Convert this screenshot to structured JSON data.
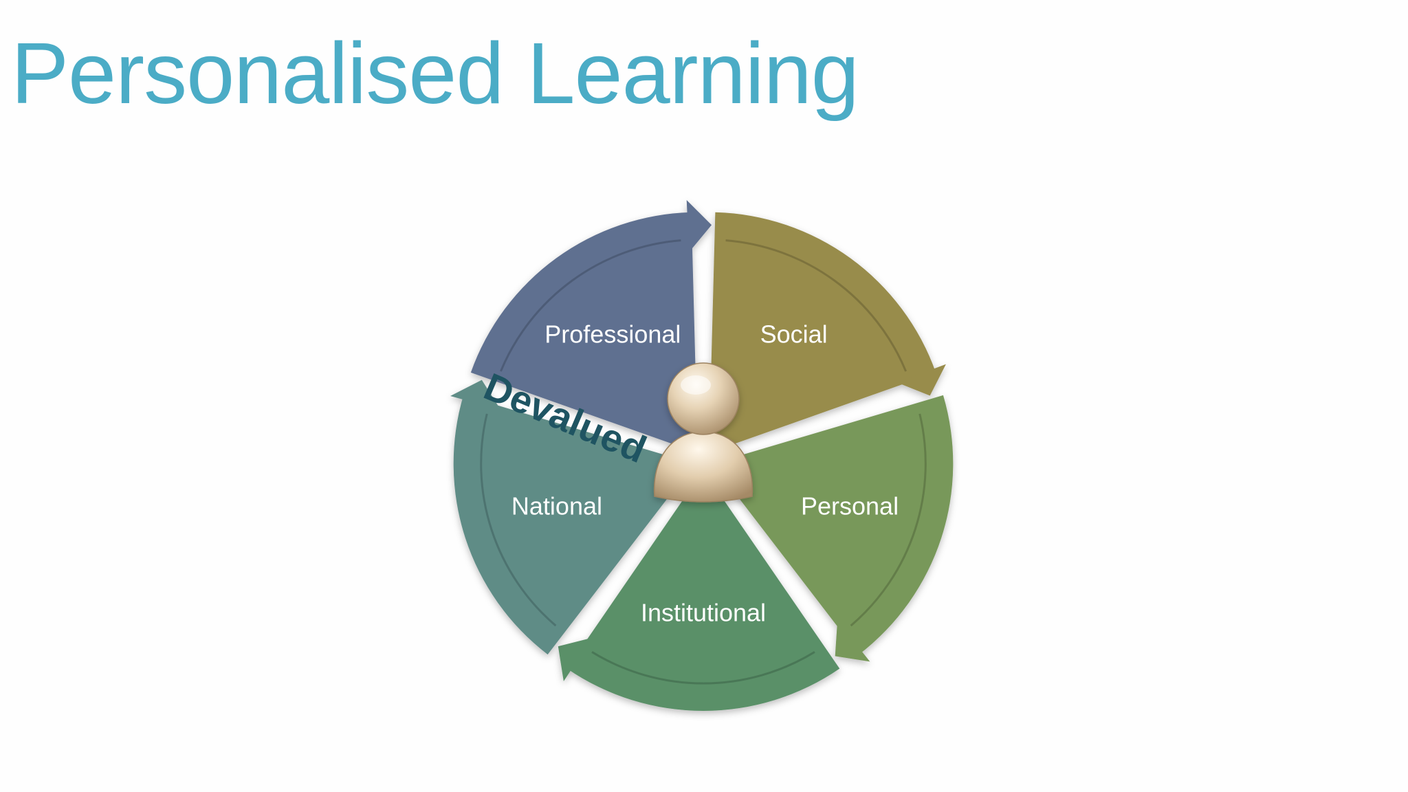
{
  "slide": {
    "title": "Personalised Learning"
  },
  "diagram": {
    "type": "segmented-cycle",
    "segments": [
      {
        "label": "Professional",
        "color": "#5f7090"
      },
      {
        "label": "Social",
        "color": "#988c4c"
      },
      {
        "label": "Personal",
        "color": "#78985a"
      },
      {
        "label": "Institutional",
        "color": "#5a9068"
      },
      {
        "label": "National",
        "color": "#5f8c86"
      }
    ],
    "center_icon": "person-icon",
    "annotation": {
      "text": "Devalued",
      "color": "#1f5462"
    }
  },
  "colors": {
    "title": "#4bacc6",
    "background": "#fefefe"
  }
}
